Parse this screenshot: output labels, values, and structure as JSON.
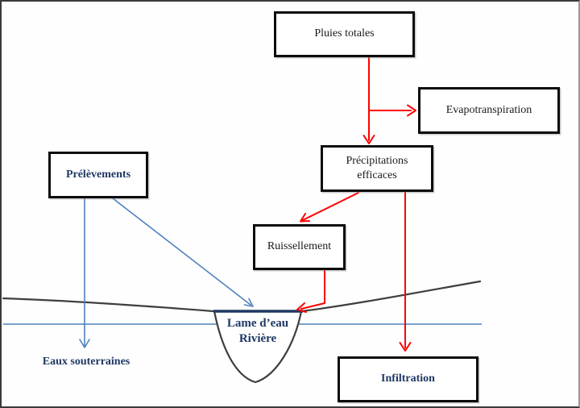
{
  "diagram": {
    "boxes": {
      "pluies": {
        "label": "Pluies totales"
      },
      "evapotranspiration": {
        "label": "Evapotranspiration"
      },
      "precipitations": {
        "label": "Précipitations efficaces"
      },
      "prelevements": {
        "label": "Prélèvements"
      },
      "ruissellement": {
        "label": "Ruissellement"
      },
      "infiltration": {
        "label": "Infiltration"
      }
    },
    "labels": {
      "lame_deau_line1": "Lame d’eau",
      "lame_deau_line2": "Rivière",
      "eaux_souterraines": "Eaux souterraines"
    },
    "arrows": {
      "red_flow_count": 5,
      "blue_flow_count": 2
    }
  },
  "colors": {
    "red": "#fe0000",
    "blue": "#4f81bd",
    "navy": "#1f3864",
    "ground": "#3f3f3f"
  }
}
